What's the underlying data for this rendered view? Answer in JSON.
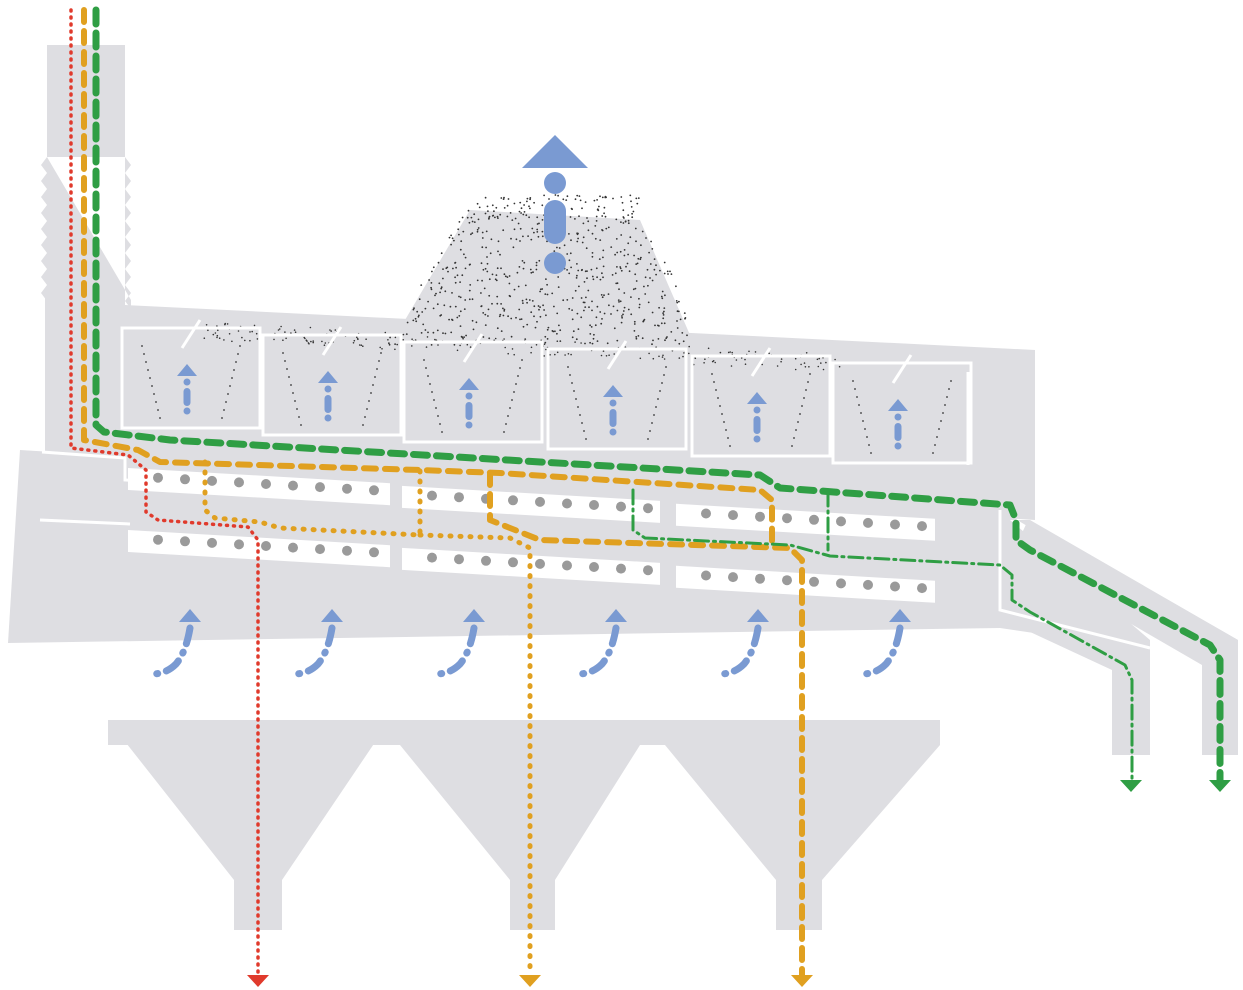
{
  "diagram": {
    "kind": "air-separator-flow-schematic",
    "labels": [],
    "colors": {
      "machine_body": "#dedee2",
      "background": "#ffffff",
      "air": "#7a9ad2",
      "particles": "#9a9a9a",
      "dust": "#333333",
      "heavy_fraction": "#e03a2c",
      "medium_fraction": "#e0a020",
      "light_fraction": "#2f9e44"
    },
    "streams": [
      {
        "id": "heavy",
        "color_key": "heavy_fraction",
        "line_style": "dotted"
      },
      {
        "id": "medium",
        "color_key": "medium_fraction",
        "line_style": "dashed-and-dotted"
      },
      {
        "id": "light",
        "color_key": "light_fraction",
        "line_style": "dashed"
      }
    ],
    "counts": {
      "filter_cells": 6,
      "screen_decks": 2,
      "hoppers": 3,
      "air_inlets": 6,
      "outlets_bottom": 3,
      "outlets_side": 2
    },
    "icons": [
      "exhaust-arrow-icon",
      "air-flow-arrow-icon",
      "outlet-arrow-icon"
    ]
  }
}
